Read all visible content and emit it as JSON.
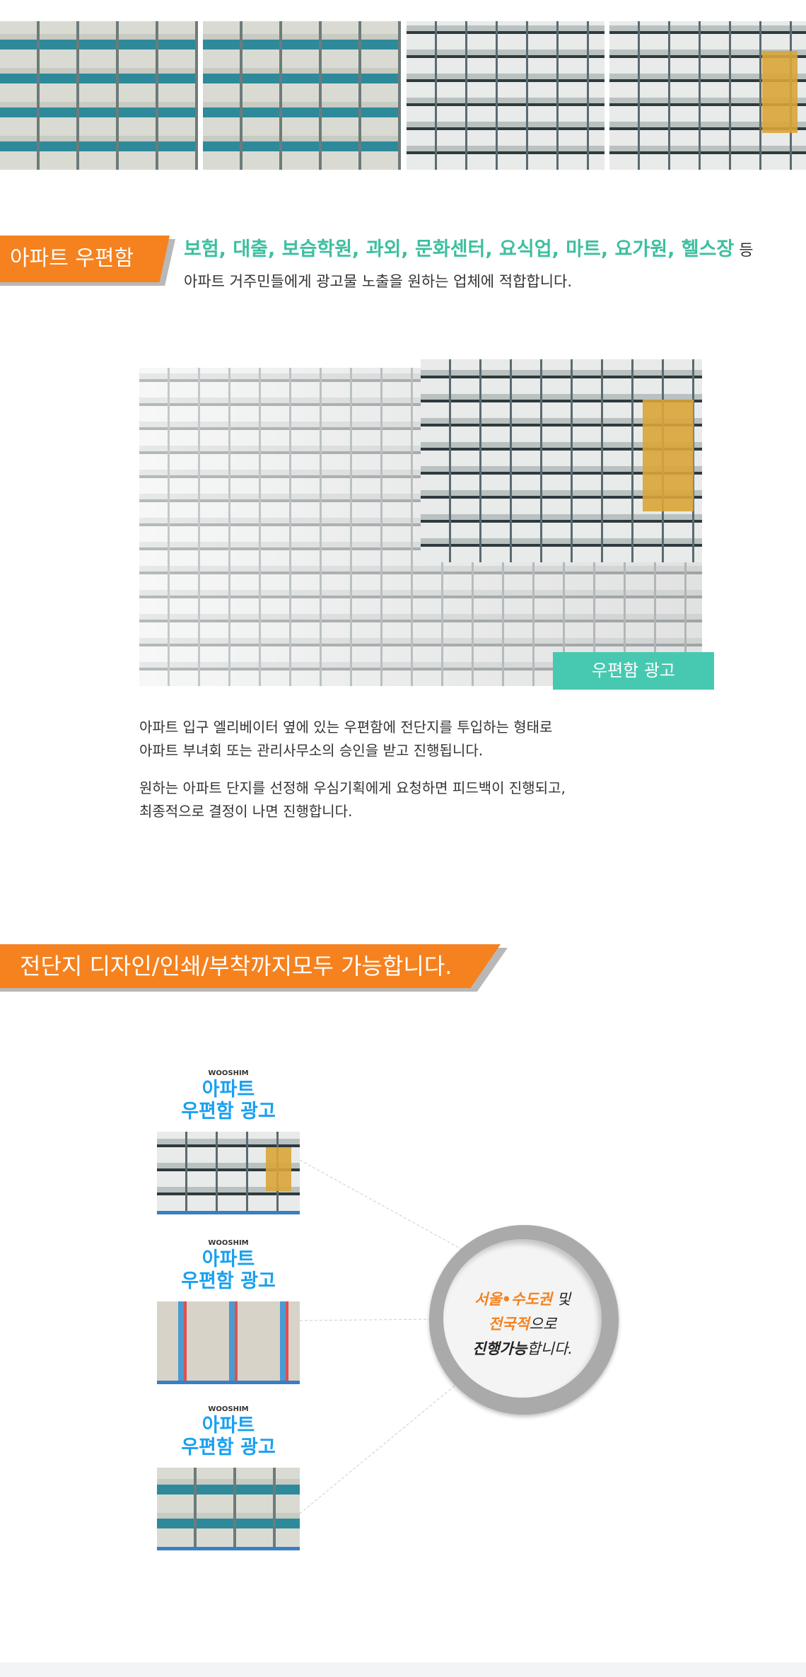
{
  "section1": {
    "badge": "아파트 우편함",
    "industries": "보험,  대출, 보습학원, 과외, 문화센터, 요식업, 마트, 요가원, 헬스장",
    "industries_suffix": " 등",
    "subtitle": "아파트 거주민들에게 광고물 노출을 원하는 업체에 적합합니다.",
    "image_label": "우편함 광고",
    "paragraph1": [
      "아파트 입구 엘리베이터 옆에 있는 우편함에 전단지를 투입하는 형태로",
      "아파트 부녀회 또는 관리사무소의 승인을 받고 진행됩니다."
    ],
    "paragraph2": [
      "원하는 아파트 단지를 선정해 우심기획에게 요청하면 피드백이 진행되고,",
      "최종적으로 결정이 나면 진행합니다."
    ]
  },
  "section2": {
    "badge": "전단지 디자인/인쇄/부착까지모두 가능합니다.",
    "cards": [
      {
        "logo": "WOOSHIM",
        "title1": "아파트",
        "title2": "우편함 광고"
      },
      {
        "logo": "WOOSHIM",
        "title1": "아파트",
        "title2": "우편함 광고"
      },
      {
        "logo": "WOOSHIM",
        "title1": "아파트",
        "title2": "우편함 광고"
      }
    ],
    "circle": {
      "l1a": "서울•수도권",
      "l1b": " 및",
      "l2a": "전국적",
      "l2b": "으로",
      "l3a": "진행가능",
      "l3b": "합니다."
    }
  },
  "colors": {
    "orange": "#f5821f",
    "teal": "#3dbfa0",
    "blue": "#1aa0f0"
  }
}
